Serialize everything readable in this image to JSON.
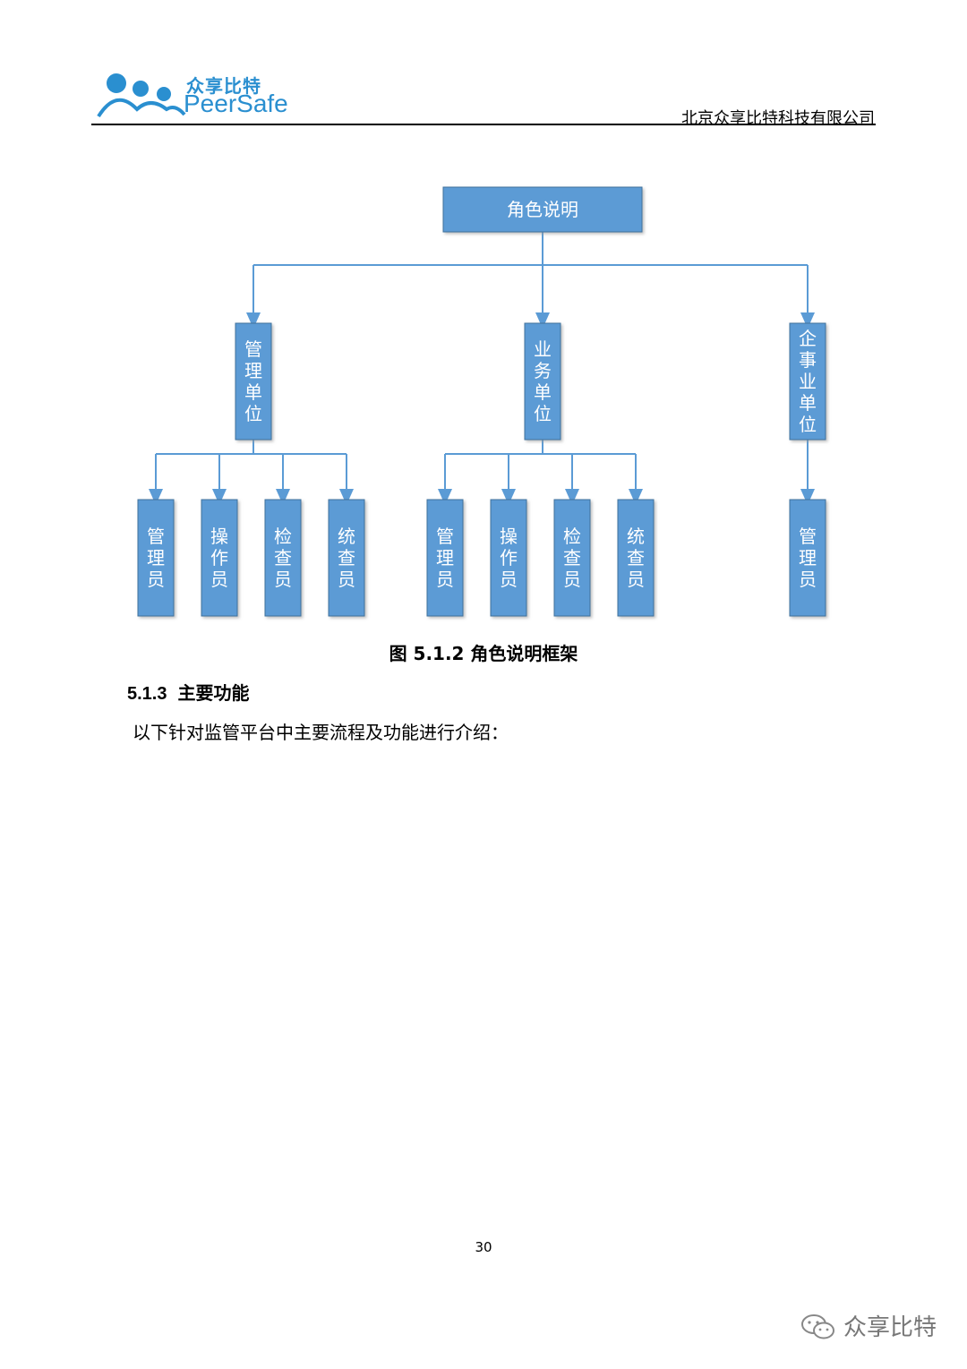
{
  "header": {
    "logo_cn": "众享比特",
    "logo_en": "PeerSafe",
    "company": "北京众享比特科技有限公司"
  },
  "diagram": {
    "root": "角色说明",
    "units": [
      {
        "label": "管理单位",
        "children": [
          "管理员",
          "操作员",
          "检查员",
          "统查员"
        ]
      },
      {
        "label": "业务单位",
        "children": [
          "管理员",
          "操作员",
          "检查员",
          "统查员"
        ]
      },
      {
        "label": "企事业单位",
        "children": [
          "管理员"
        ]
      }
    ],
    "box_color": "#5b9bd5",
    "box_border": "#41719c"
  },
  "caption": "图 5.1.2 角色说明框架",
  "section": {
    "number": "5.1.3",
    "title": "主要功能"
  },
  "paragraph": "以下针对监管平台中主要流程及功能进行介绍：",
  "page_number": "30",
  "watermark": {
    "text": "众享比特",
    "icon": "wechat-icon"
  }
}
